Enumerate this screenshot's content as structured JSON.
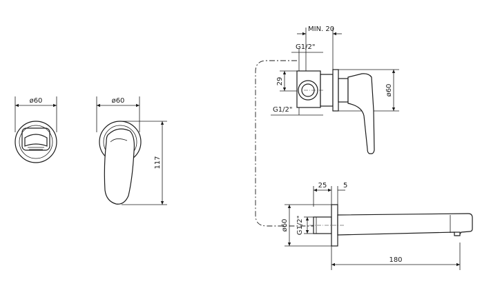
{
  "views": {
    "front_knob": {
      "dim_width": "ø60"
    },
    "side_handle": {
      "dim_width": "ø60",
      "dim_height": "117"
    },
    "mixer_side": {
      "dim_min": "MIN. 20",
      "dim_thread_top": "G1/2\"",
      "dim_29": "29",
      "dim_thread_bottom": "G1/2\"",
      "dim_60": "ø60"
    },
    "spout": {
      "dim_25": "25",
      "dim_5": "5",
      "dim_60": "ø60",
      "dim_thread": "G1/2\"",
      "dim_180": "180"
    }
  }
}
